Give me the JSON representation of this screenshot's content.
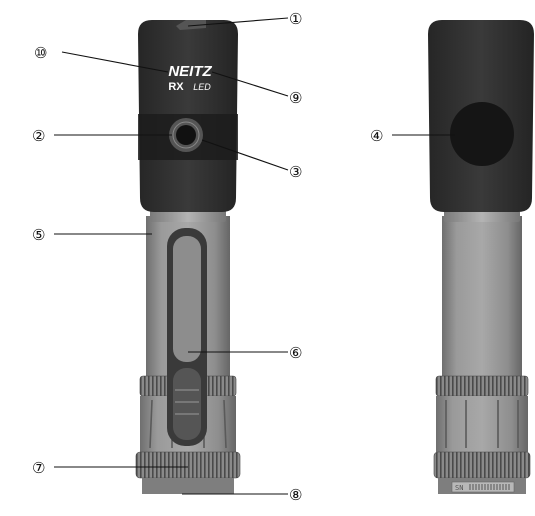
{
  "device": {
    "brand": "NEITZ",
    "model": "RX",
    "model_suffix": "LED",
    "serial_tag": "SN"
  },
  "callouts": [
    {
      "id": "1",
      "symbol": "①"
    },
    {
      "id": "2",
      "symbol": "②"
    },
    {
      "id": "3",
      "symbol": "③"
    },
    {
      "id": "4",
      "symbol": "④"
    },
    {
      "id": "5",
      "symbol": "⑤"
    },
    {
      "id": "6",
      "symbol": "⑥"
    },
    {
      "id": "7",
      "symbol": "⑦"
    },
    {
      "id": "8",
      "symbol": "⑧"
    },
    {
      "id": "9",
      "symbol": "⑨"
    },
    {
      "id": "10",
      "symbol": "⑩"
    }
  ],
  "colors": {
    "head_body": "#333333",
    "head_dark": "#1e1e1e",
    "handle": "#8c8c8c",
    "handle_light": "#a6a6a6",
    "handle_dark": "#5e5e5e",
    "knurl": "#6e6e6e",
    "window": "#3a3a3a",
    "line": "#111111"
  }
}
